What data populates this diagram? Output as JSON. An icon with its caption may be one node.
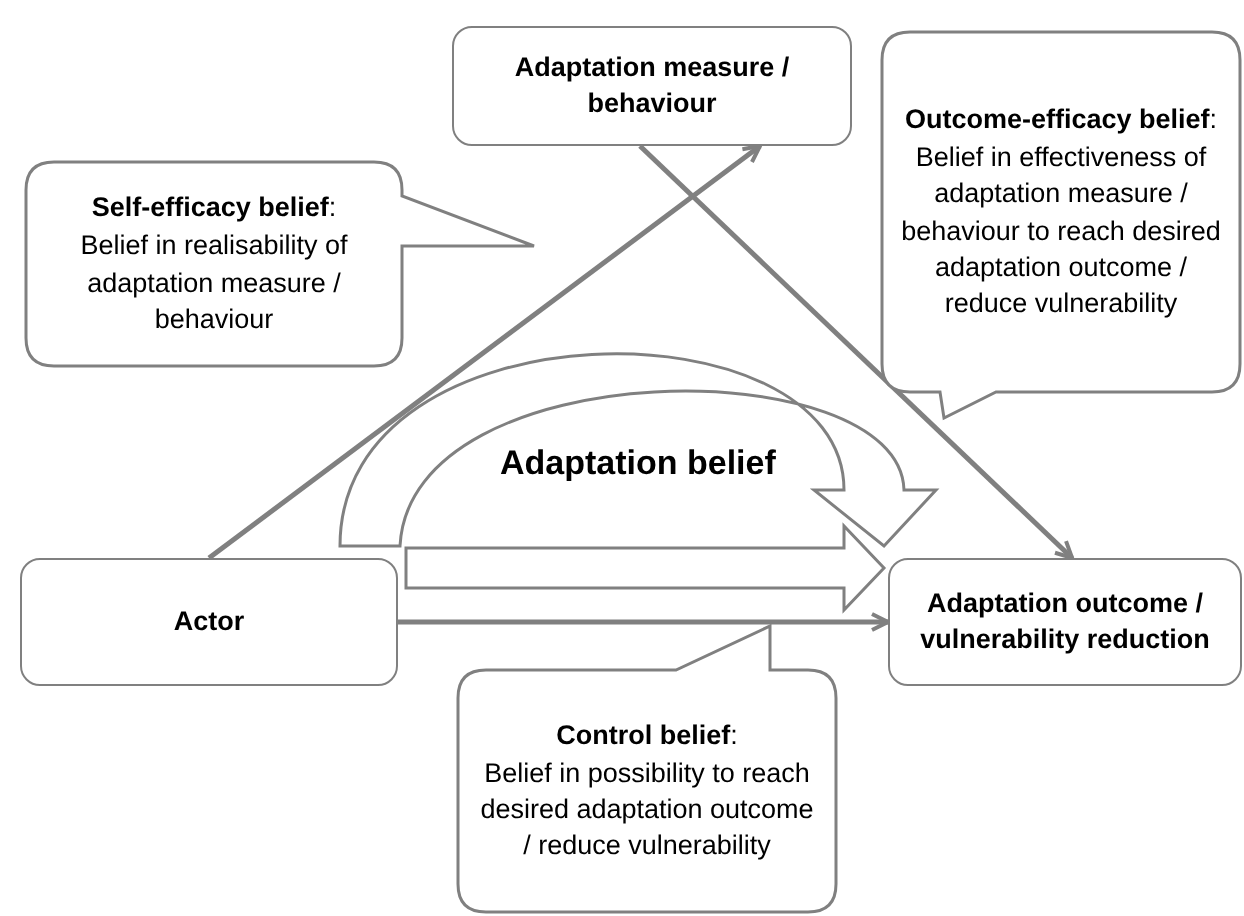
{
  "diagram": {
    "nodes": [
      {
        "text": [
          "Adaptation measure / behaviour"
        ]
      },
      {
        "text": [
          "**Self-efficacy belief**:",
          "Belief in realisability of adaptation measure / behaviour"
        ]
      },
      {
        "text": [
          "**Outcome-efficacy belief**:",
          "Belief in effectiveness of adaptation measure / behaviour to reach desired adaptation outcome / reduce vulnerability"
        ]
      },
      {
        "text": [
          "Actor"
        ]
      },
      {
        "text": [
          "Adaptation outcome / vulnerability reduction"
        ]
      },
      {
        "text": [
          "**Control belief**:",
          "Belief in possibility to reach desired adaptation outcome / reduce vulnerability"
        ]
      }
    ],
    "edges": [
      {
        "from": 3,
        "to": 0,
        "arrow": "to"
      },
      {
        "from": 0,
        "to": 4,
        "arrow": "to"
      },
      {
        "from": 3,
        "to": 4,
        "arrow": "to"
      },
      {
        "from": 3,
        "to": 4,
        "arrow": "to",
        "style": "thick"
      },
      {
        "from": 3,
        "to": 4,
        "arrow": "to",
        "style": "thick"
      }
    ],
    "labels": [
      "Adaptation belief"
    ]
  }
}
